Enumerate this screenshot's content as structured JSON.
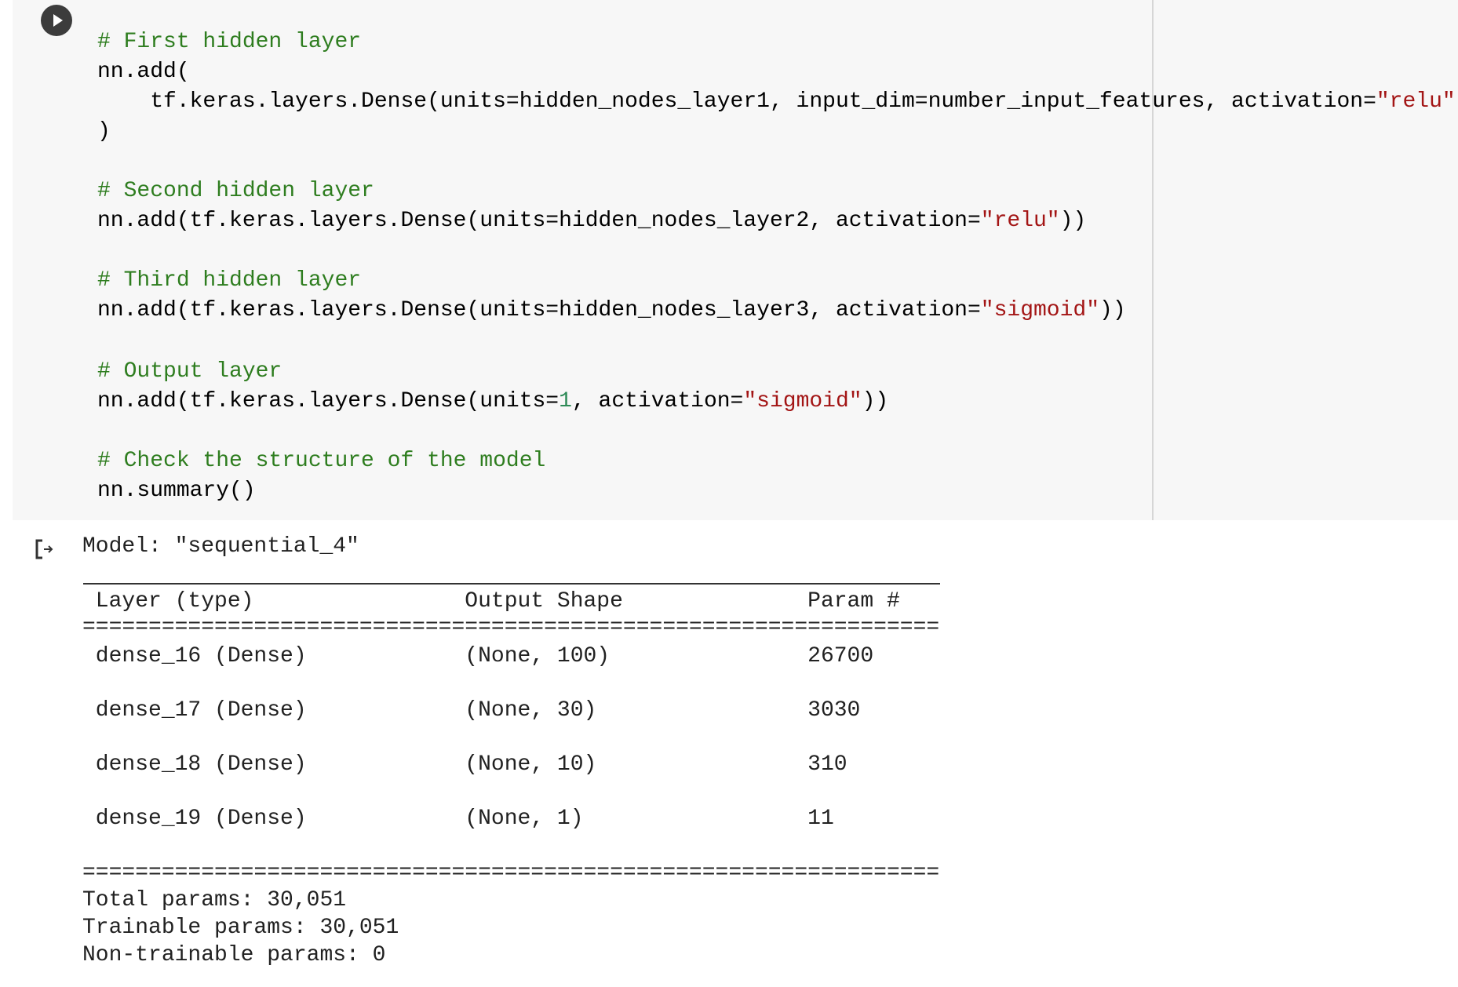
{
  "cell": {
    "run_button_icon": "play-icon",
    "code_lines": [
      [
        [
          "# First hidden layer",
          "c"
        ]
      ],
      [
        [
          "nn.add(",
          "t"
        ]
      ],
      [
        [
          "    tf.keras.layers.Dense(units=hidden_nodes_layer1, input_dim=number_input_features, activation=",
          "t"
        ],
        [
          "\"relu\"",
          "s"
        ],
        [
          ")",
          "t"
        ]
      ],
      [
        [
          ")",
          "t"
        ]
      ],
      [],
      [
        [
          "# Second hidden layer",
          "c"
        ]
      ],
      [
        [
          "nn.add(tf.keras.layers.Dense(units=hidden_nodes_layer2, activation=",
          "t"
        ],
        [
          "\"relu\"",
          "s"
        ],
        [
          "))",
          "t"
        ]
      ],
      [],
      [
        [
          "# Third hidden layer",
          "c"
        ]
      ],
      [
        [
          "nn.add(tf.keras.layers.Dense(units=hidden_nodes_layer3, activation=",
          "t"
        ],
        [
          "\"sigmoid\"",
          "s"
        ],
        [
          "))",
          "t"
        ]
      ],
      [],
      [
        [
          "# Output layer",
          "c"
        ]
      ],
      [
        [
          "nn.add(tf.keras.layers.Dense(units=",
          "t"
        ],
        [
          "1",
          "n"
        ],
        [
          ", activation=",
          "t"
        ],
        [
          "\"sigmoid\"",
          "s"
        ],
        [
          "))",
          "t"
        ]
      ],
      [],
      [
        [
          "# Check the structure of the model",
          "c"
        ]
      ],
      [
        [
          "nn.summary()",
          "t"
        ]
      ]
    ]
  },
  "output": {
    "icon": "output-arrow-icon",
    "model_line": "Model: \"sequential_4\"",
    "header": " Layer (type)                Output Shape              Param #   ",
    "separator": "=================================================================",
    "rows": [
      " dense_16 (Dense)            (None, 100)               26700     ",
      " dense_17 (Dense)            (None, 30)                3030      ",
      " dense_18 (Dense)            (None, 10)                310       ",
      " dense_19 (Dense)            (None, 1)                 11        "
    ],
    "total_params": "Total params: 30,051",
    "trainable_params": "Trainable params: 30,051",
    "non_trainable_params": "Non-trainable params: 0"
  }
}
